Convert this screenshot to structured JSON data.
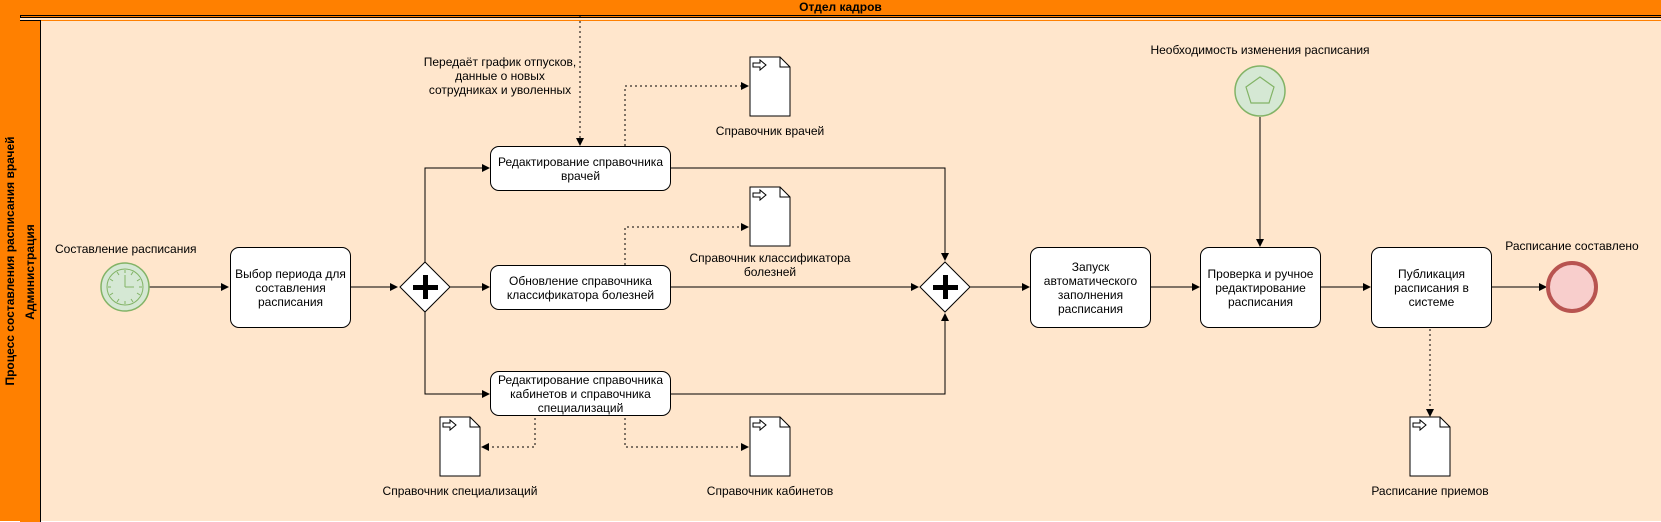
{
  "pool": {
    "title": "Процесс составления расписания врачей",
    "header": "Отдел кадров"
  },
  "lane": {
    "title": "Администрация"
  },
  "events": {
    "start_label": "Составление расписания",
    "signal_label": "Необходимость изменения расписания",
    "end_label": "Расписание составлено"
  },
  "annotation": "Передаёт график отпусков, данные о новых сотрудниках и уволенных",
  "tasks": {
    "select_period": "Выбор периода для составления расписания",
    "edit_doctors": "Редактирование справочника врачей",
    "update_diseases": "Обновление справочника классификатора болезней",
    "edit_rooms": "Редактирование справочника кабинетов и справочника специализаций",
    "auto_fill": "Запуск автоматического заполнения расписания",
    "check_edit": "Проверка и ручное редактирование расписания",
    "publish": "Публикация расписания в системе"
  },
  "documents": {
    "doctors": "Справочник врачей",
    "diseases": "Справочник классификатора болезней",
    "specializations": "Справочник специализаций",
    "rooms": "Справочник кабинетов",
    "appointments": "Расписание приемов"
  },
  "colors": {
    "pool": "#ff8000",
    "lane": "#ffe6cc",
    "start_fill": "#d5e8d4",
    "start_stroke": "#82b366",
    "end_fill": "#f8cecc",
    "end_stroke": "#b85450"
  }
}
